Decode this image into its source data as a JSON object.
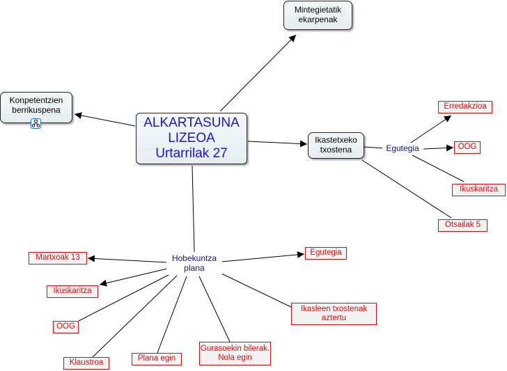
{
  "diagram": {
    "center": "ALKARTASUNA\nLIZEOA\nUrtarrilak 27",
    "mintegietatik": "Mintegietatik\nekarpenak",
    "konpetentzien": "Konpetentzien\nberrikuspena",
    "ikastetxeko": "Ikastetxeko\ntxostena",
    "egutegia_label": "Egutegia",
    "erredakzioa": "Erredakzioa",
    "oog_right": "OOG",
    "ikuskaritza_right": "Ikuskaritza",
    "otsailak": "Otsailak 5",
    "hobekuntza": "Hobekuntza\nplana",
    "martxoak": "Martxoak 13",
    "egutegia_left": "Egutegia",
    "ikuskaritza_left": "Ikuskaritza",
    "oog_left": "OOG",
    "ikasleen": "Ikasleen txostenak\naztertu",
    "klaustroa": "Klaustroa",
    "plana_egin": "Plana egin",
    "gurasoekin": "Gurasoekin bilerak.\nNola egin"
  },
  "colors": {
    "center_text": "#1c12c8",
    "leaf_border": "#d01010",
    "sub_label": "#14146e",
    "attachment_icon": "#2b6cc4"
  },
  "icons": [
    "attachment-icon"
  ]
}
